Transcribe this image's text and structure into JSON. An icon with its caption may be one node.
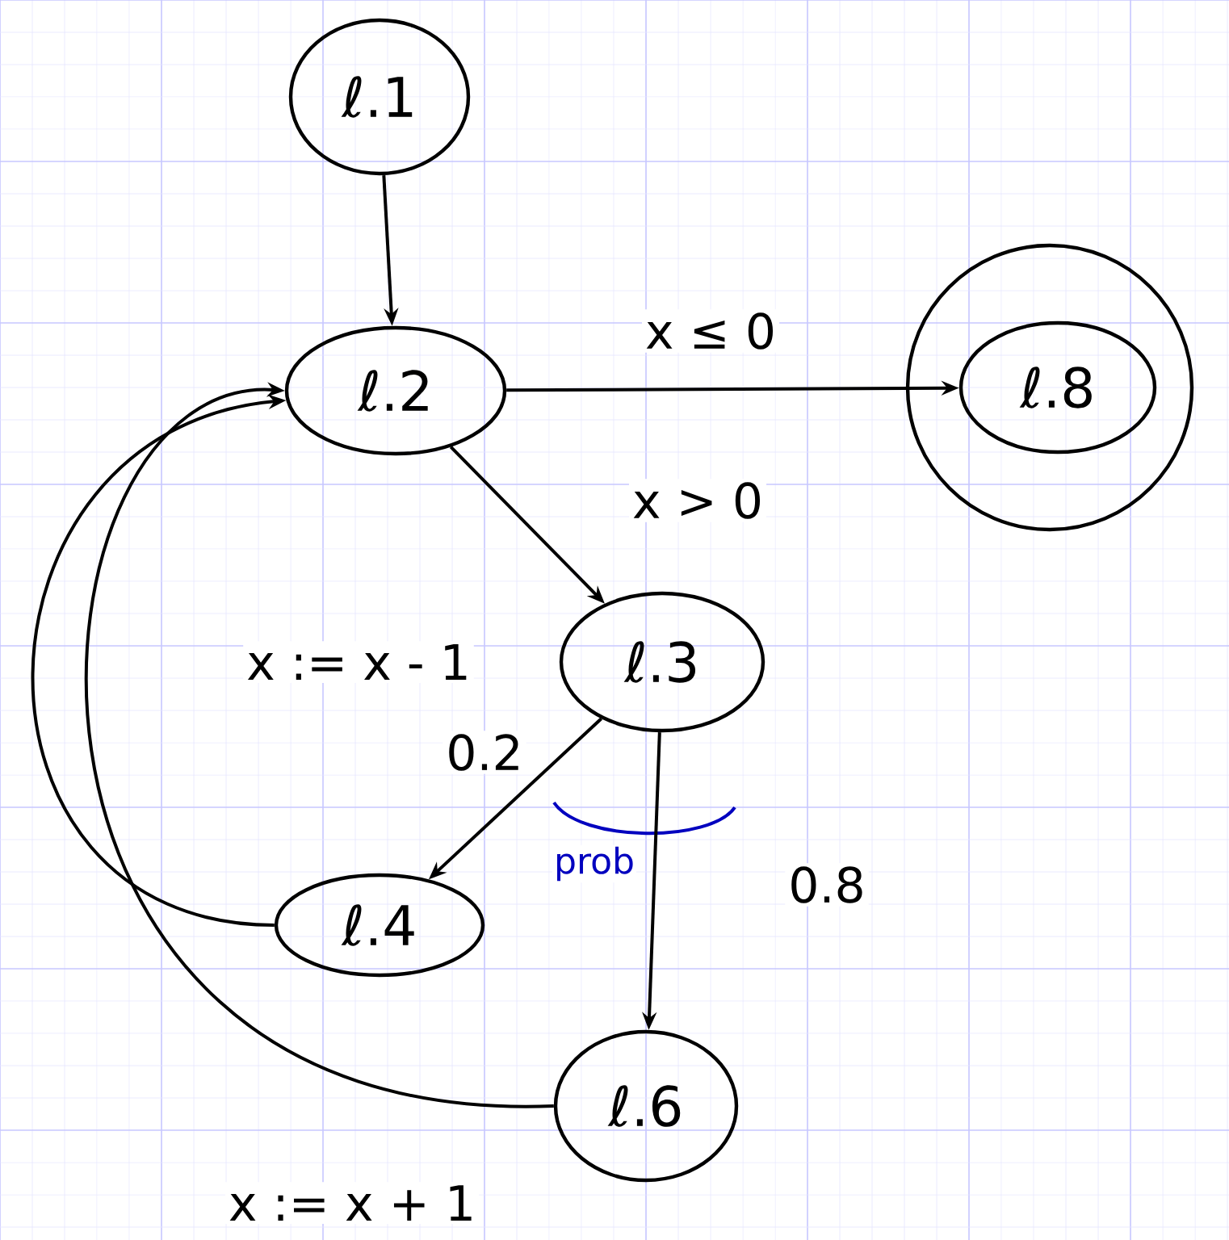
{
  "diagram": {
    "nodes": [
      {
        "text": [
          "ℓ.1"
        ]
      },
      {
        "text": [
          "ℓ.2"
        ]
      },
      {
        "text": [
          "ℓ.8"
        ]
      },
      {
        "text": [
          "ℓ.3"
        ]
      },
      {
        "text": [
          "ℓ.4"
        ]
      },
      {
        "text": [
          "ℓ.6"
        ]
      }
    ],
    "edges": [
      {
        "from": 0,
        "to": 1,
        "arrow": "to"
      },
      {
        "from": 1,
        "to": 2,
        "arrow": "to",
        "label": "x ≤ 0"
      },
      {
        "from": 1,
        "to": 3,
        "arrow": "to",
        "label": "x > 0"
      },
      {
        "from": 3,
        "to": 4,
        "arrow": "to",
        "label": "0.2"
      },
      {
        "from": 3,
        "to": 5,
        "arrow": "to",
        "label": "0.8"
      },
      {
        "from": 4,
        "to": 1,
        "arrow": "to",
        "label": "x := x - 1"
      },
      {
        "from": 5,
        "to": 1,
        "arrow": "to",
        "label": "x := x + 1"
      }
    ],
    "labels": [
      "prob"
    ]
  }
}
